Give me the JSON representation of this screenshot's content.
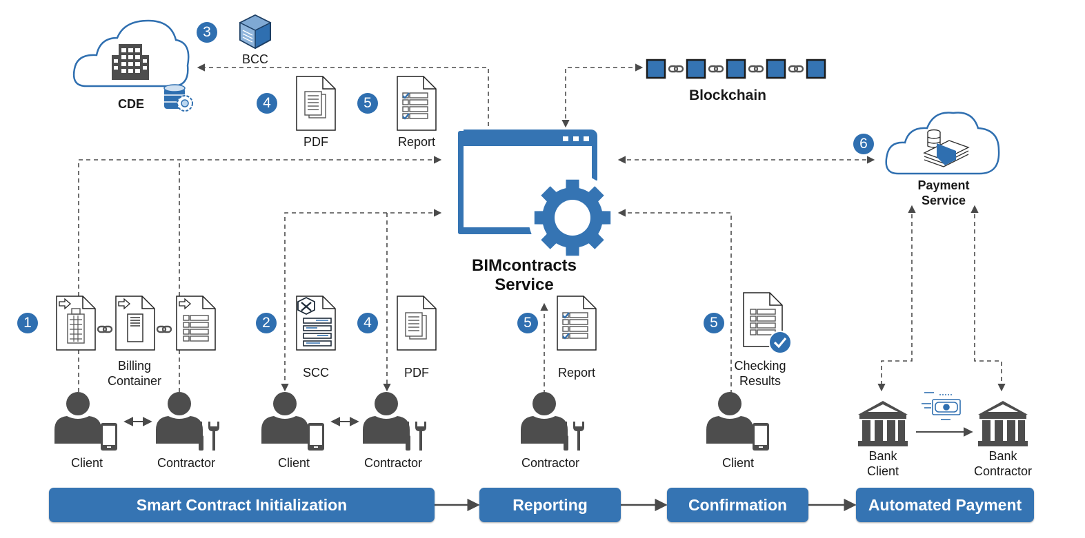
{
  "colors": {
    "accent": "#3574b3",
    "badge": "#2f6fb0",
    "icon_gray": "#4d4d4d",
    "arrow": "#4a4a4a"
  },
  "top": {
    "cde": {
      "label": "CDE",
      "icon": "cloud-building-icon",
      "db_icon": "database-gear-icon"
    },
    "bcc": {
      "label": "BCC",
      "icon": "cube-icon",
      "step": "3"
    },
    "pdf": {
      "label": "PDF",
      "icon": "pdf-document-icon",
      "step": "4"
    },
    "report": {
      "label": "Report",
      "icon": "report-document-icon",
      "step": "5"
    },
    "blockchain": {
      "label": "Blockchain",
      "icon": "blockchain-icon",
      "blocks": 5
    },
    "payment_service": {
      "label_line1": "Payment",
      "label_line2": "Service",
      "icon": "cloud-money-icon",
      "step": "6"
    }
  },
  "center": {
    "title_line1": "BIMcontracts",
    "title_line2": "Service",
    "icon": "browser-gear-icon"
  },
  "stages": {
    "initialization": {
      "step1": "1",
      "container_label_line1": "Billing",
      "container_label_line2": "Container",
      "step2": "2",
      "scc_label": "SCC",
      "step4": "4",
      "pdf_label": "PDF",
      "actors_a": [
        {
          "label": "Client",
          "icon": "client-icon"
        },
        {
          "label": "Contractor",
          "icon": "contractor-icon"
        }
      ],
      "actors_b": [
        {
          "label": "Client",
          "icon": "client-icon"
        },
        {
          "label": "Contractor",
          "icon": "contractor-icon"
        }
      ]
    },
    "reporting": {
      "step": "5",
      "doc_label": "Report",
      "actor": {
        "label": "Contractor",
        "icon": "contractor-icon"
      }
    },
    "confirmation": {
      "step": "5",
      "doc_label_line1": "Checking",
      "doc_label_line2": "Results",
      "actor": {
        "label": "Client",
        "icon": "client-icon"
      }
    },
    "payment": {
      "bank_client_line1": "Bank",
      "bank_client_line2": "Client",
      "bank_contractor_line1": "Bank",
      "bank_contractor_line2": "Contractor",
      "transfer_icon": "money-transfer-icon"
    }
  },
  "phases": [
    {
      "label": "Smart Contract Initialization"
    },
    {
      "label": "Reporting"
    },
    {
      "label": "Confirmation"
    },
    {
      "label": "Automated Payment"
    }
  ]
}
